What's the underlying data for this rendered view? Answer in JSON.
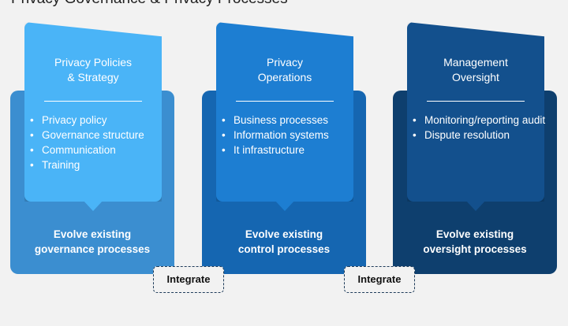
{
  "page_title": "Privacy Governance & Privacy Processes",
  "columns": [
    {
      "title": "Privacy Policies\n& Strategy",
      "bullets": [
        "Privacy policy",
        "Governance structure",
        "Communication",
        "Training"
      ],
      "bottom_label": "Evolve existing\ngovernance processes"
    },
    {
      "title": "Privacy\nOperations",
      "bullets": [
        "Business processes",
        "Information systems",
        "It infrastructure"
      ],
      "bottom_label": "Evolve existing\ncontrol processes"
    },
    {
      "title": "Management\nOversight",
      "bullets": [
        "Monitoring/reporting audit",
        "Dispute resolution"
      ],
      "bottom_label": "Evolve existing\noversight processes"
    }
  ],
  "connectors": [
    "Integrate",
    "Integrate"
  ],
  "colors": {
    "background": "#f2f2f2",
    "column_1": "#4ab4f7",
    "column_2": "#1d7ed2",
    "column_3": "#13508d"
  }
}
